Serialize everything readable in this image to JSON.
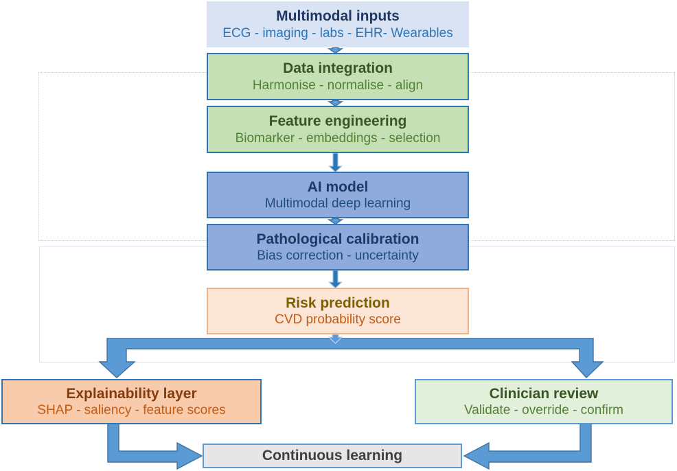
{
  "diagram": {
    "description": "Multimodal AI cardiovascular risk prediction pipeline flowchart",
    "nodes": [
      {
        "id": "multimodal-inputs",
        "title": "Multimodal inputs",
        "subtitle": "ECG - imaging - labs - EHR- Wearables",
        "fill": "#dae3f3",
        "border": "#dae3f3",
        "title_color": "#1f3864",
        "subtitle_color": "#2e75b6"
      },
      {
        "id": "data-integration",
        "title": "Data integration",
        "subtitle": "Harmonise - normalise - align",
        "fill": "#c5e0b4",
        "border": "#2e75b6",
        "title_color": "#375623",
        "subtitle_color": "#538135"
      },
      {
        "id": "feature-engineering",
        "title": "Feature engineering",
        "subtitle": "Biomarker - embeddings - selection",
        "fill": "#c5e0b4",
        "border": "#2e75b6",
        "title_color": "#375623",
        "subtitle_color": "#538135"
      },
      {
        "id": "ai-model",
        "title": "AI model",
        "subtitle": "Multimodal deep learning",
        "fill": "#8faadc",
        "border": "#2e75b6",
        "title_color": "#1f3864",
        "subtitle_color": "#1f4e79"
      },
      {
        "id": "pathological-calibration",
        "title": "Pathological calibration",
        "subtitle": "Bias correction - uncertainty",
        "fill": "#8faadc",
        "border": "#2e75b6",
        "title_color": "#1f3864",
        "subtitle_color": "#1f4e79"
      },
      {
        "id": "risk-prediction",
        "title": "Risk prediction",
        "subtitle": "CVD probability score",
        "fill": "#fbe5d6",
        "border": "#f4b183",
        "title_color": "#7f6000",
        "subtitle_color": "#c55a11"
      },
      {
        "id": "explainability-layer",
        "title": "Explainability layer",
        "subtitle": "SHAP - saliency - feature scores",
        "fill": "#f8cbad",
        "border": "#2e75b6",
        "title_color": "#843c0c",
        "subtitle_color": "#c55a11"
      },
      {
        "id": "clinician-review",
        "title": "Clinician review",
        "subtitle": "Validate - override - confirm",
        "fill": "#e2efda",
        "border": "#5b9bd5",
        "title_color": "#375623",
        "subtitle_color": "#538135"
      },
      {
        "id": "continuous-learning",
        "title": "Continuous learning",
        "subtitle": "",
        "fill": "#e7e6e6",
        "border": "#5b9bd5",
        "title_color": "#404040",
        "subtitle_color": ""
      }
    ],
    "arrows": {
      "fill": "#5b9bd5",
      "outline": "#41719c",
      "ribbon_fill": "#2e75b6",
      "ribbon_outline": "#9dc3e6",
      "light_outline": "#bdd7ee"
    }
  }
}
